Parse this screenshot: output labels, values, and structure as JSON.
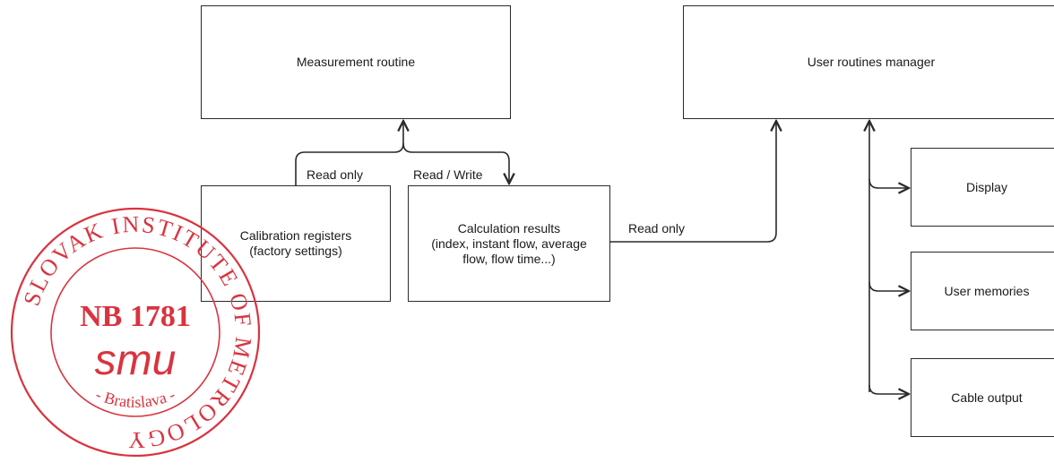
{
  "boxes": {
    "measurement": "Measurement routine",
    "user_manager": "User routines manager",
    "calibration": "Calibration registers\n(factory settings)",
    "calculation": "Calculation results\n(index, instant flow, average\nflow, flow time...)",
    "display": "Display",
    "user_memories": "User memories",
    "cable_output": "Cable output"
  },
  "labels": {
    "read_only_1": "Read only",
    "read_write": "Read / Write",
    "read_only_2": "Read only"
  },
  "stamp": {
    "ring_text": "SLOVAK INSTITUTE OF METROLOGY",
    "number": "NB 1781",
    "mark": "smu",
    "city": "Bratislava",
    "color": "#d9343f"
  },
  "colors": {
    "line": "#2a2a2a"
  }
}
